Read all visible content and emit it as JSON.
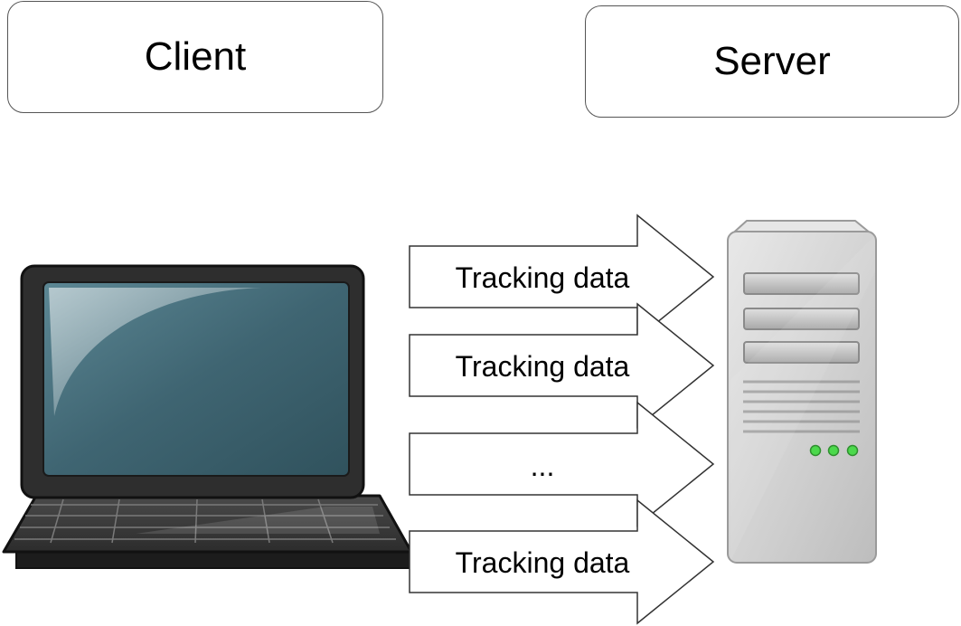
{
  "client_label": "Client",
  "server_label": "Server",
  "arrows": [
    {
      "label": "Tracking data"
    },
    {
      "label": "Tracking data"
    },
    {
      "label": "..."
    },
    {
      "label": "Tracking data"
    }
  ],
  "colors": {
    "arrow_fill": "#ffffff",
    "arrow_stroke": "#333333",
    "screen": "#3f6572",
    "laptop_body": "#2a2a2a",
    "server_body": "#d7d7d7",
    "server_led": "#4cd94c"
  },
  "icons": {
    "client": "laptop-icon",
    "server": "server-tower-icon"
  }
}
